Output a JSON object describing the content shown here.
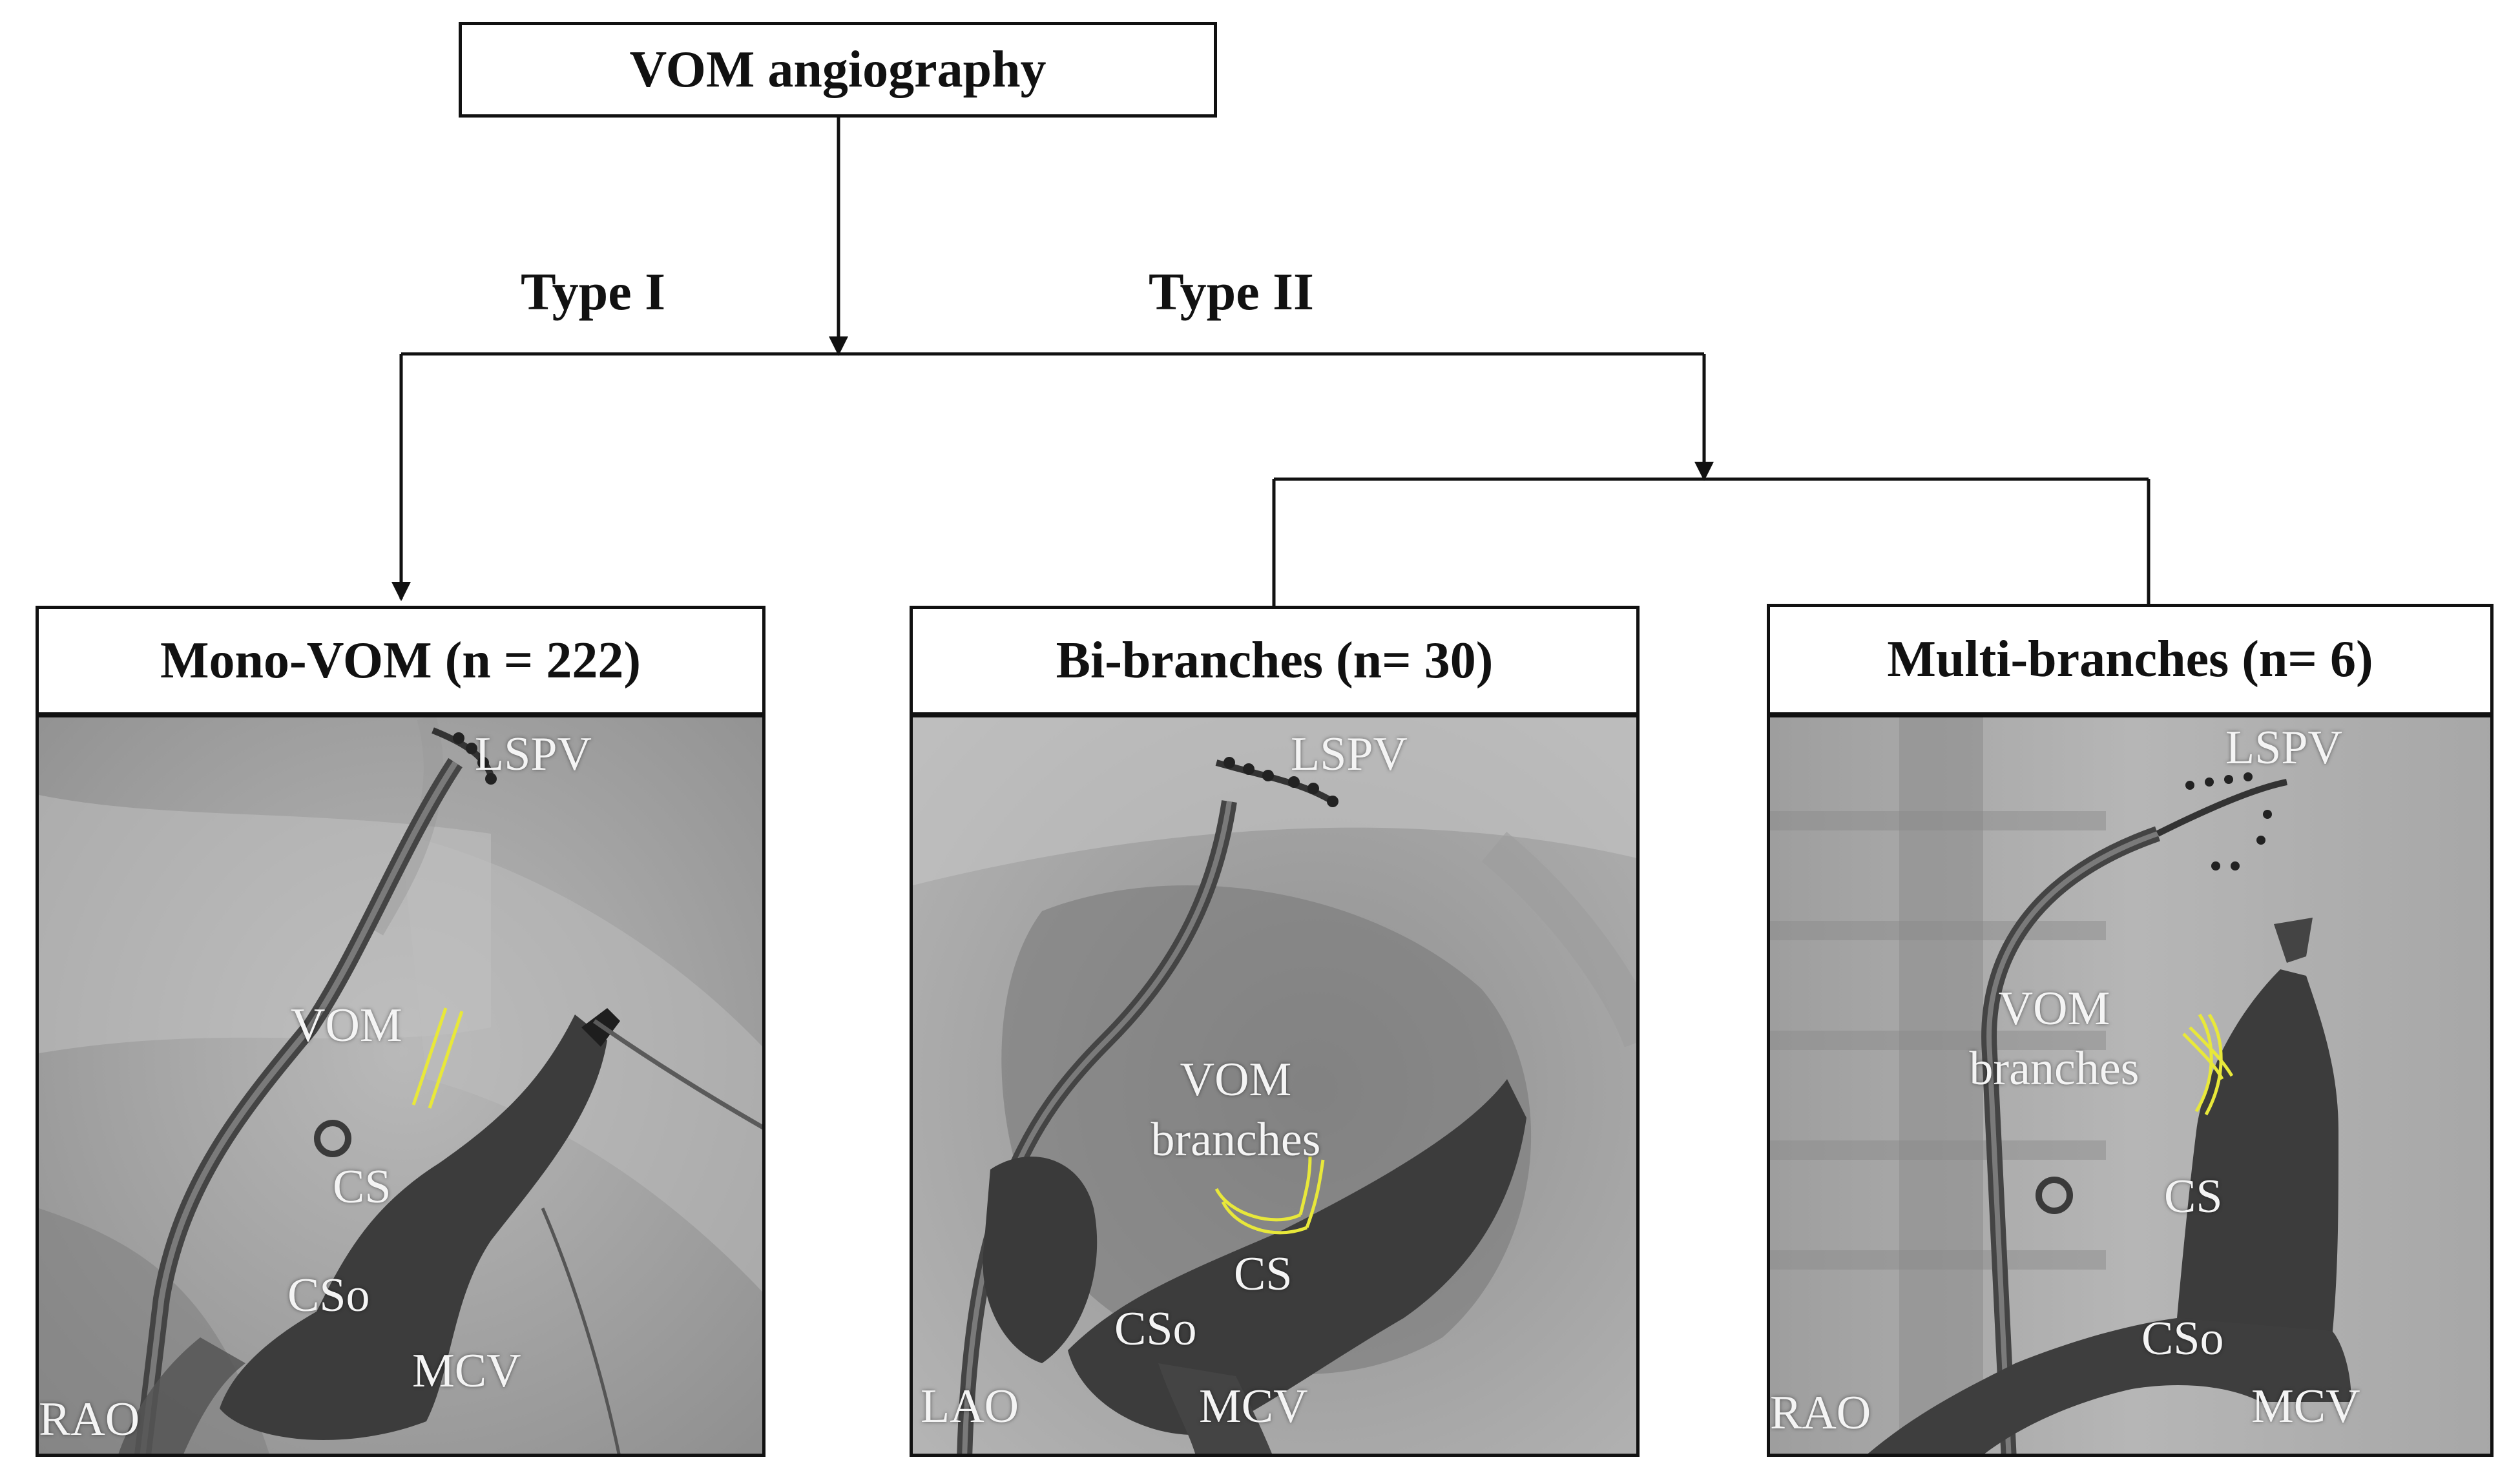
{
  "root": {
    "title": "VOM angiography"
  },
  "branches": {
    "type1": "Type I",
    "type2": "Type II"
  },
  "panels": [
    {
      "title": "Mono-VOM (n = 222)",
      "labels": {
        "lspv": "LSPV",
        "vom": "VOM",
        "cs": "CS",
        "cso": "CSo",
        "mcv": "MCV",
        "view": "RAO"
      }
    },
    {
      "title": "Bi-branches (n= 30)",
      "labels": {
        "lspv": "LSPV",
        "vom_line1": "VOM",
        "vom_line2": "branches",
        "cs": "CS",
        "cso": "CSo",
        "mcv": "MCV",
        "view": "LAO"
      }
    },
    {
      "title": "Multi-branches (n= 6)",
      "labels": {
        "lspv": "LSPV",
        "vom_line1": "VOM",
        "vom_line2": "branches",
        "cs": "CS",
        "cso": "CSo",
        "mcv": "MCV",
        "view": "RAO"
      }
    }
  ],
  "colors": {
    "line": "#111111",
    "annotation_text": "#f4f4f4",
    "vom_marking": "#e8e83a",
    "xray_bg": "#a9a9a9",
    "contrast": "#3c3c3c"
  }
}
